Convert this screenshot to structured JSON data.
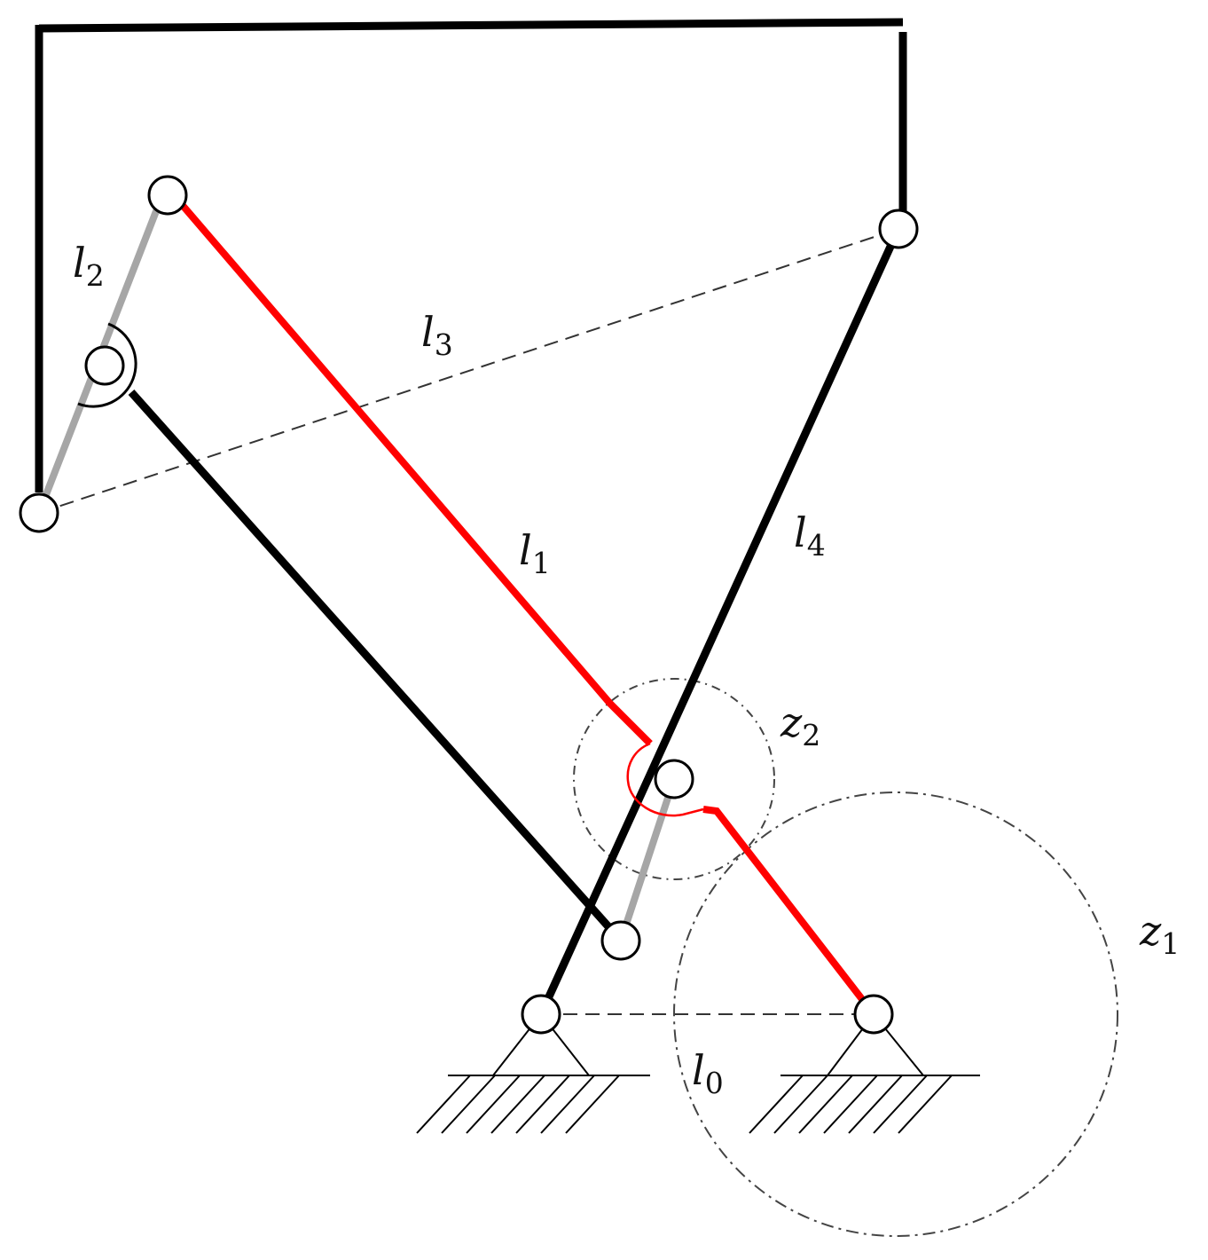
{
  "diagram": {
    "labels": {
      "l0": {
        "base": "l",
        "sub": "0"
      },
      "l1": {
        "base": "l",
        "sub": "1"
      },
      "l2": {
        "base": "l",
        "sub": "2"
      },
      "l3": {
        "base": "l",
        "sub": "3"
      },
      "l4": {
        "base": "l",
        "sub": "4"
      },
      "z1": {
        "base": "z",
        "sub": "1"
      },
      "z2": {
        "base": "z",
        "sub": "2"
      }
    },
    "colors": {
      "black_link": "#000000",
      "red_link": "#ff0000",
      "gray_link": "#a6a6a6",
      "dashed_line": "#333333"
    }
  }
}
